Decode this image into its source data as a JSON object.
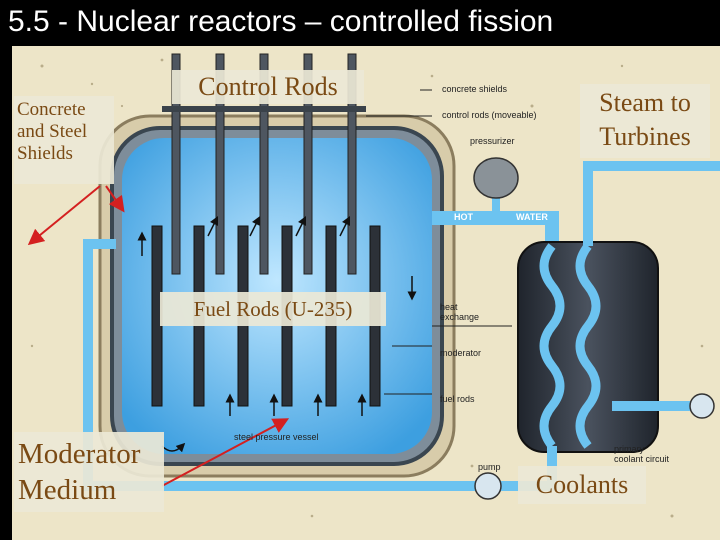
{
  "slide": {
    "title": "5.5 - Nuclear reactors – controlled fission"
  },
  "overlay_labels": {
    "control_rods": "Control Rods",
    "concrete_steel": "Concrete and Steel Shields",
    "steam_turbines": "Steam to Turbines",
    "fuel_rods": "Fuel Rods (U-235)",
    "moderator_medium": "Moderator Medium",
    "coolants": "Coolants"
  },
  "diagram_labels": {
    "concrete_shields": "concrete shields",
    "control_rods_moveable": "control rods (moveable)",
    "pressurizer": "pressurizer",
    "hot": "HOT",
    "water": "WATER",
    "heat_exchange": "heat exchange",
    "moderator": "moderator",
    "fuel_rods": "fuel rods",
    "steel_pressure_vessel": "steel pressure vessel",
    "pump": "pump",
    "primary_coolant_circuit": "primary coolant circuit"
  },
  "colors": {
    "vessel_water": "#5fb8ee",
    "pipe_blue": "#6cc3f0",
    "shield_beige": "#ede5c8",
    "arrow_red": "#d42020",
    "exchanger_dark": "#2f3540"
  }
}
